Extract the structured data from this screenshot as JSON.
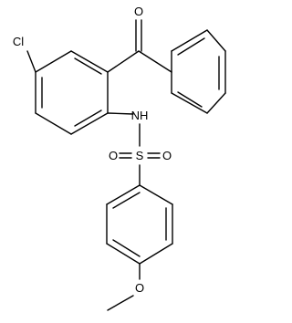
{
  "molecule": {
    "atoms": {
      "carbonyl_oxygen": "O",
      "chlorine": "Cl",
      "amine": "NH",
      "sulfur": "S",
      "sulfonyl_oxygen_left": "O",
      "sulfonyl_oxygen_right": "O",
      "ether_oxygen": "O"
    }
  }
}
